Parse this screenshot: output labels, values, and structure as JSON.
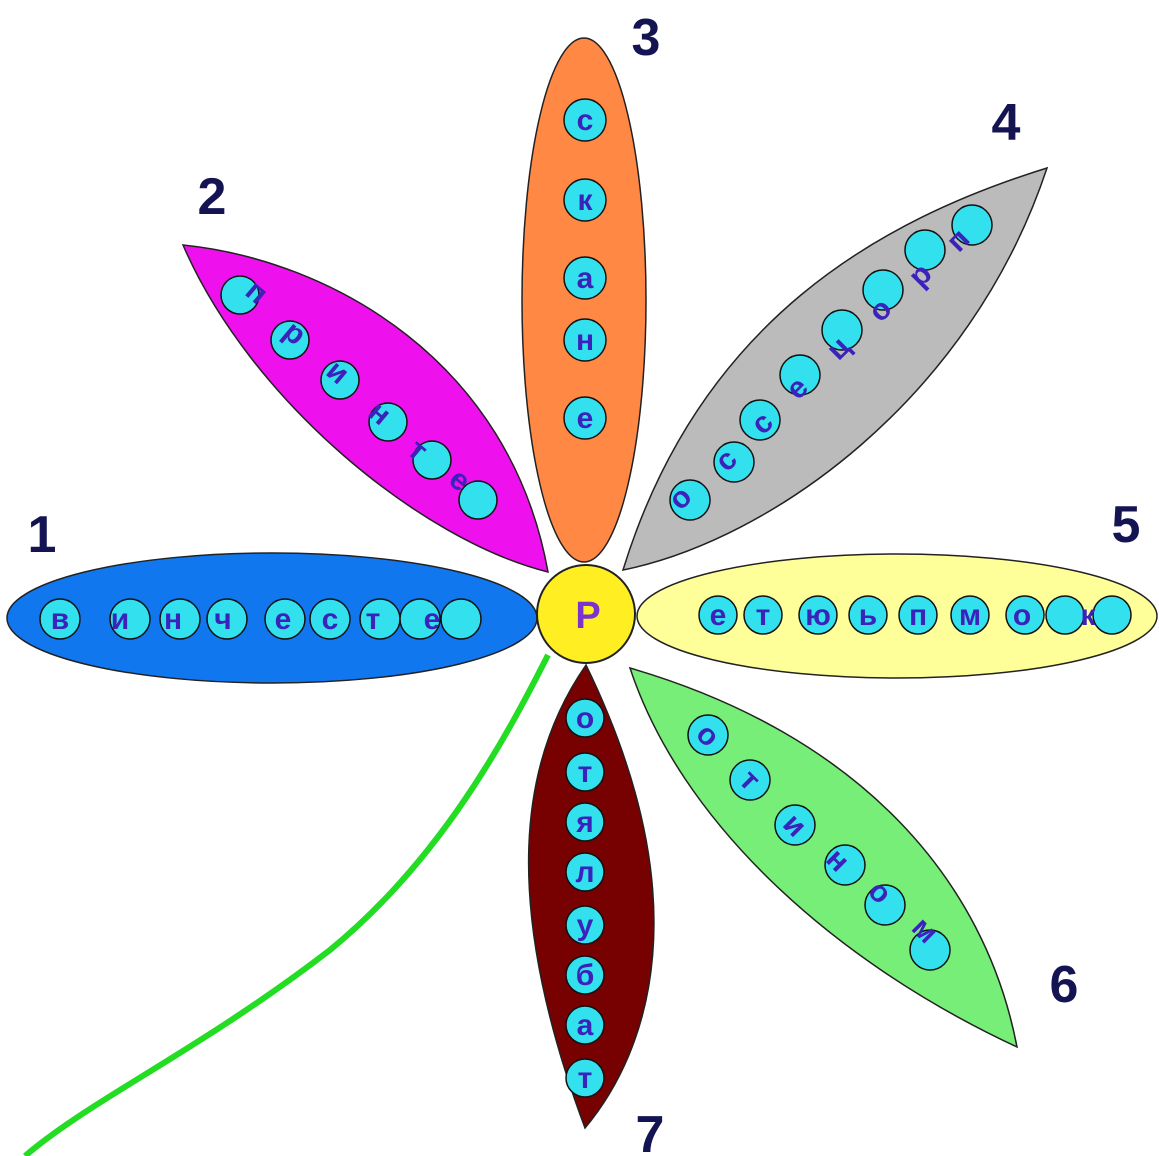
{
  "center": {
    "letter": "Р",
    "color": "#ffee22"
  },
  "stem_color": "#22dd22",
  "petals": [
    {
      "number": "1",
      "color": "#1177ee",
      "letters": [
        "в",
        "и",
        "н",
        "ч",
        "е",
        "с",
        "т",
        "е"
      ]
    },
    {
      "number": "2",
      "color": "#ee11ee",
      "letters": [
        "п",
        "р",
        "и",
        "н",
        "т",
        "е"
      ]
    },
    {
      "number": "3",
      "color": "#ff8844",
      "letters": [
        "с",
        "к",
        "а",
        "н",
        "е"
      ]
    },
    {
      "number": "4",
      "color": "#bbbbbb",
      "letters": [
        "о",
        "с",
        "с",
        "е",
        "ц",
        "о",
        "р",
        "п"
      ]
    },
    {
      "number": "5",
      "color": "#ffff99",
      "letters": [
        "е",
        "т",
        "ю",
        "ь",
        "п",
        "м",
        "о",
        "к"
      ]
    },
    {
      "number": "6",
      "color": "#77ee77",
      "letters": [
        "о",
        "т",
        "и",
        "н",
        "о",
        "м"
      ]
    },
    {
      "number": "7",
      "color": "#770000",
      "letters": [
        "о",
        "т",
        "я",
        "л",
        "у",
        "б",
        "а",
        "т"
      ]
    }
  ]
}
